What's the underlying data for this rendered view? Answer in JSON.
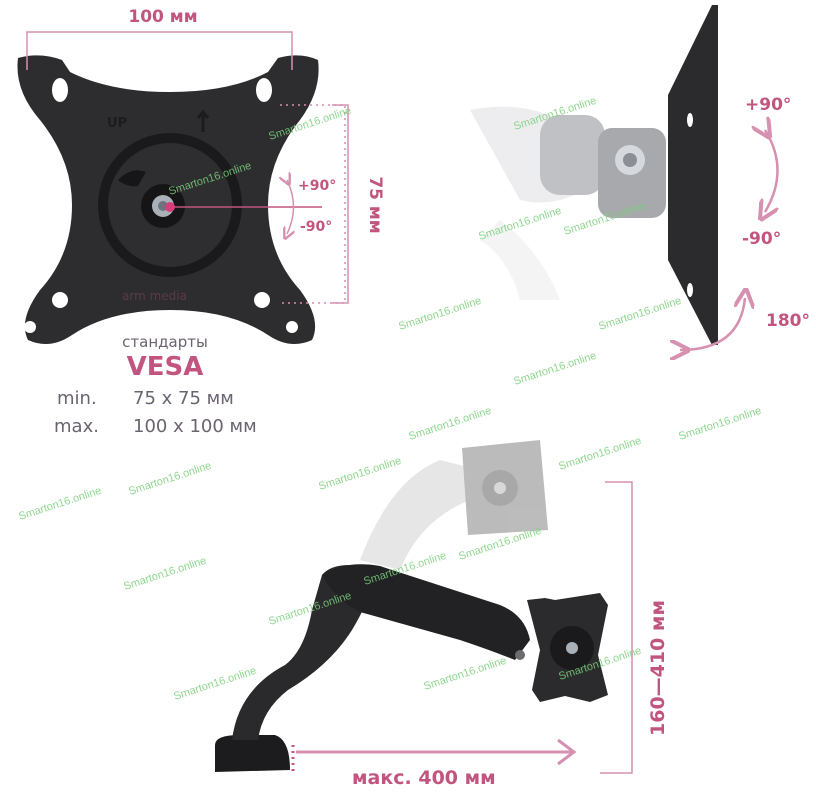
{
  "colors": {
    "accent": "#c2557f",
    "line": "#d690b0",
    "metal": "#2b2b2d"
  },
  "vesa_panel": {
    "width_label": "100 мм",
    "height_label": "75 мм",
    "tilt_up": "+90°",
    "tilt_down": "-90°",
    "plate_up_mark": "UP",
    "brand": "arm media",
    "standards_label": "стандарты",
    "standard_name": "VESA",
    "min_label": "min.",
    "min_value": "75 x 75 мм",
    "max_label": "max.",
    "max_value": "100 x 100 мм"
  },
  "rotation_panel": {
    "tilt_up": "+90°",
    "tilt_down": "-90°",
    "swivel": "180°"
  },
  "arm_panel": {
    "height_range": "160—410 мм",
    "reach": "макс. 400 мм"
  },
  "watermark": "Smarton16.online"
}
